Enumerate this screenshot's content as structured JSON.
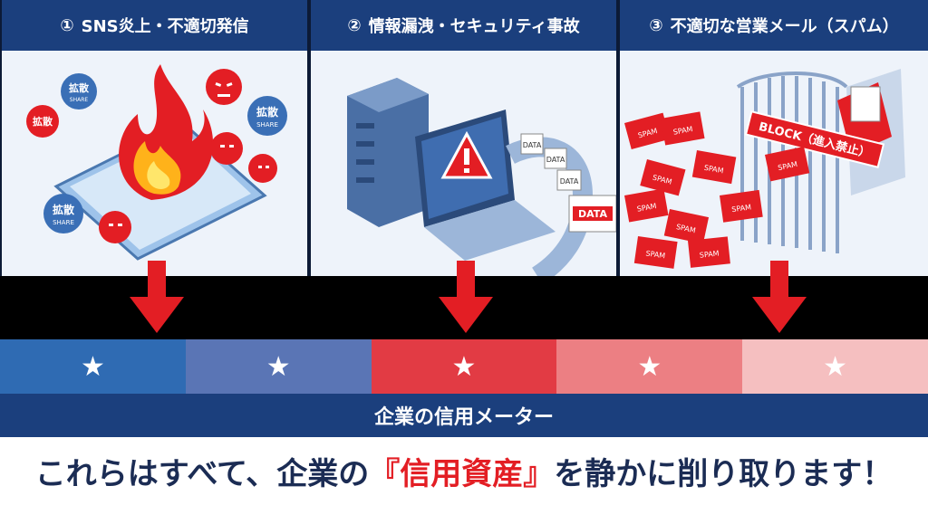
{
  "panels": [
    {
      "num": "①",
      "title": "SNS炎上・不適切発信",
      "labels": {
        "spread": "拡散",
        "share": "SHARE"
      }
    },
    {
      "num": "②",
      "title": "情報漏洩・セキュリティ事故",
      "labels": {
        "data": "DATA"
      }
    },
    {
      "num": "③",
      "title": "不適切な営業メール（スパム）",
      "labels": {
        "spam": "SPAM",
        "block": "BLOCK（進入禁止）"
      }
    }
  ],
  "meter": {
    "label": "企業の信用メーター",
    "segments": 5,
    "colors": [
      "#2f6bb3",
      "#5a75b5",
      "#e23b44",
      "#ec7f83",
      "#f5bfc0"
    ]
  },
  "footer": {
    "before": "これらはすべて、企業の",
    "highlight": "『信用資産』",
    "after": "を静かに削り取ります！"
  },
  "colors": {
    "navy": "#1b3f7d",
    "red": "#e31e24",
    "dark": "#0c1a36"
  }
}
